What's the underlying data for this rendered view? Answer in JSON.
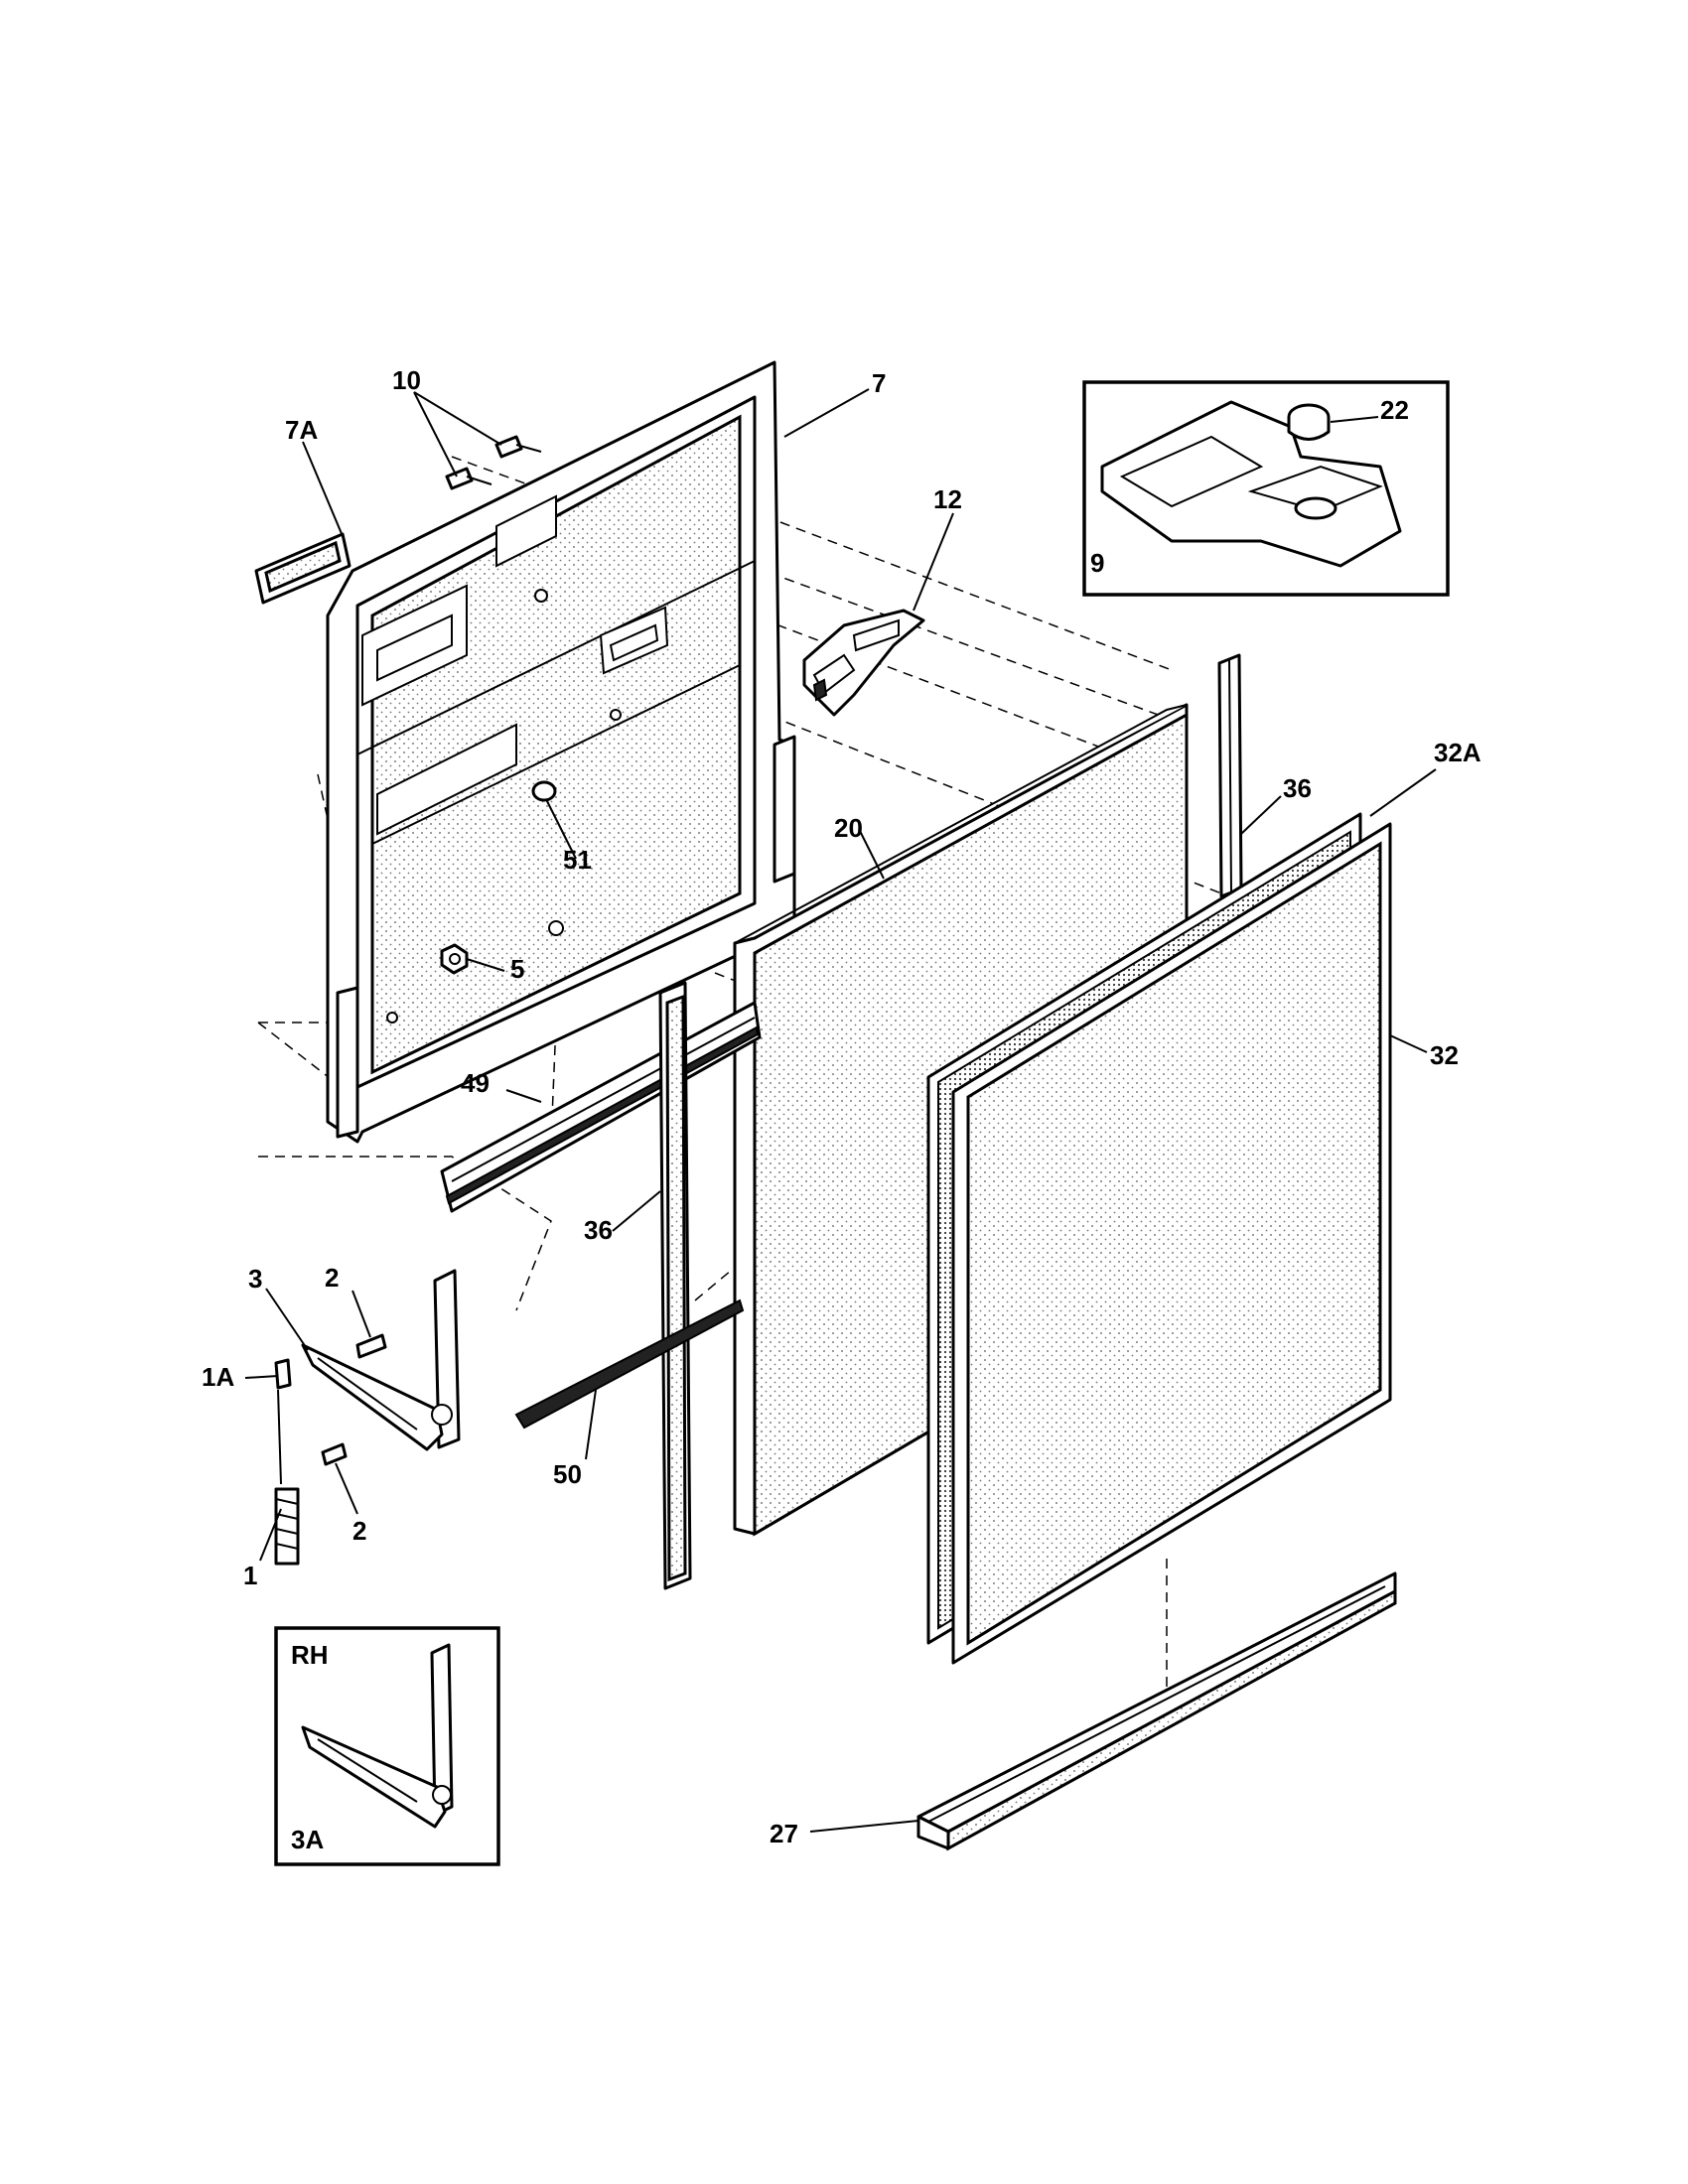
{
  "callouts": {
    "p10": "10",
    "p7": "7",
    "p7a": "7A",
    "p12": "12",
    "p22": "22",
    "p9": "9",
    "p36_top": "36",
    "p32a": "32A",
    "p20": "20",
    "p51": "51",
    "p5": "5",
    "p32": "32",
    "p49": "49",
    "p36_bottom": "36",
    "p3": "3",
    "p2_top": "2",
    "p1a": "1A",
    "p50": "50",
    "p2_bottom": "2",
    "p1": "1",
    "p27": "27",
    "inset_rh": "RH",
    "inset_3a": "3A"
  }
}
